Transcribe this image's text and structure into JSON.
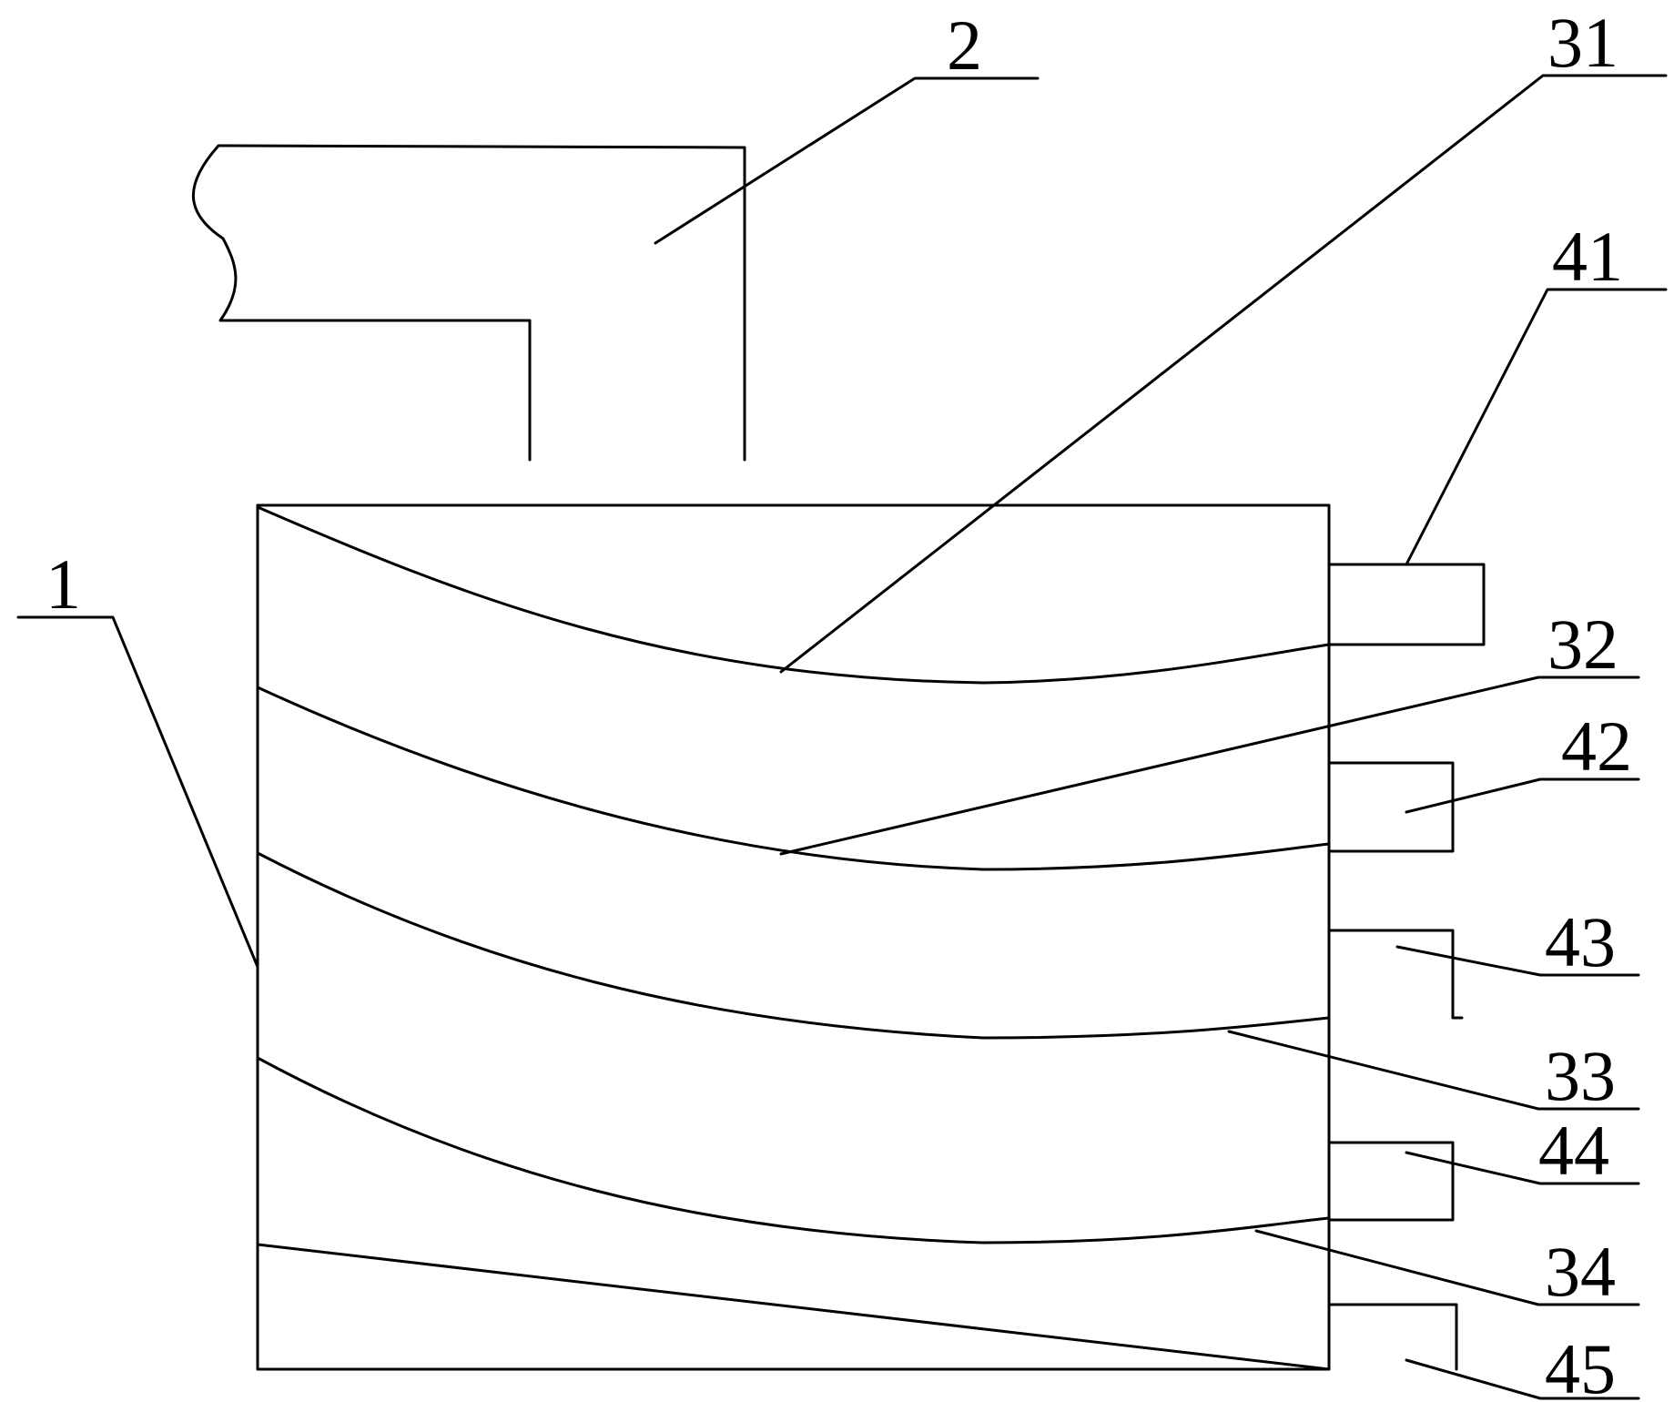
{
  "diagram": {
    "labels": {
      "l1": "1",
      "l2": "2",
      "l31": "31",
      "l32": "32",
      "l33": "33",
      "l34": "34",
      "l41": "41",
      "l42": "42",
      "l43": "43",
      "l44": "44",
      "l45": "45"
    },
    "colors": {
      "line": "#000000",
      "background": "#ffffff"
    }
  }
}
